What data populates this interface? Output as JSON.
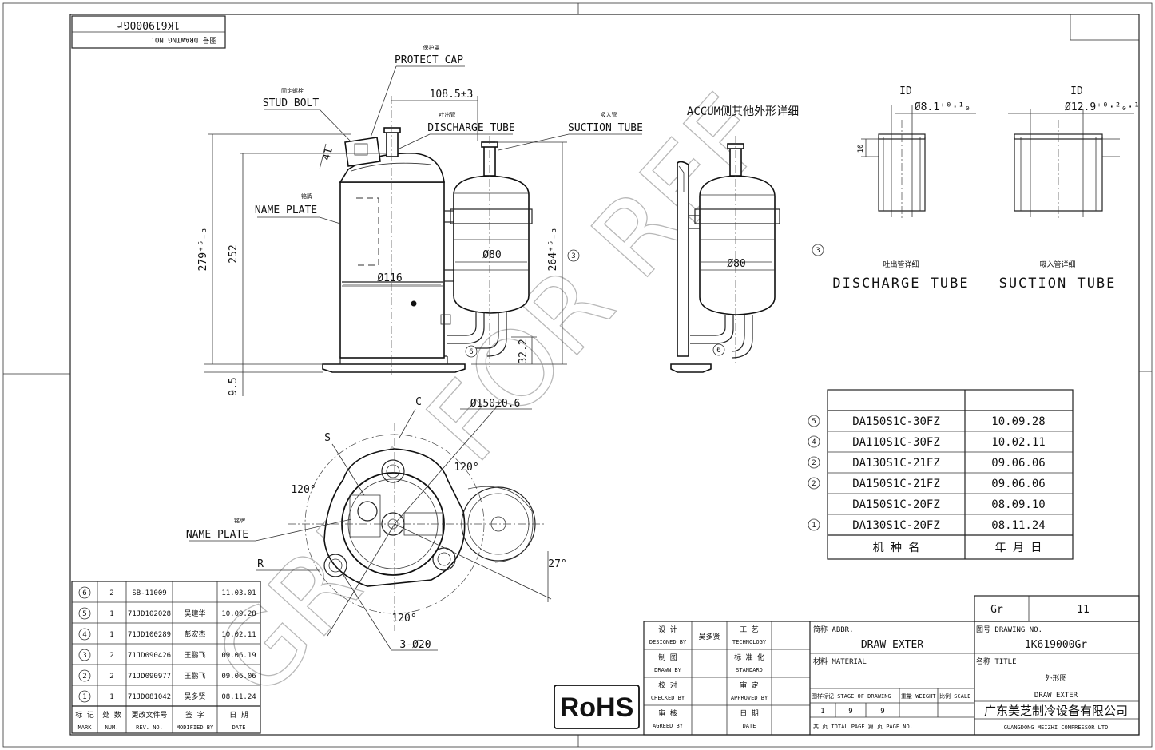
{
  "drawing_no_box": {
    "label": "图号 DRAWING NO.",
    "value": "1K619000Gr"
  },
  "watermark": "GREE FOR REF",
  "labels": {
    "protect_cap_cn": "保护罩",
    "protect_cap": "PROTECT CAP",
    "stud_bolt_cn": "固定螺栓",
    "stud_bolt": "STUD BOLT",
    "discharge_tube_cn": "吐出管",
    "discharge_tube": "DISCHARGE TUBE",
    "suction_tube_cn": "吸入管",
    "suction_tube": "SUCTION TUBE",
    "name_plate_cn": "铭牌",
    "name_plate": "NAME PLATE",
    "accum_title": "ACCUM侧其他外形详细",
    "discharge_detail_cn": "吐出管详细",
    "discharge_detail": "DISCHARGE TUBE",
    "suction_detail_cn": "吸入管详细",
    "suction_detail": "SUCTION TUBE"
  },
  "dimensions": {
    "d_108": "108.5±3",
    "d_41": "41",
    "d_279": "279⁺⁵₋₃",
    "d_252": "252",
    "d_264": "264⁺⁵₋₃",
    "d_116": "Ø116",
    "d_80": "Ø80",
    "d_80b": "Ø80",
    "d_32": "32.2",
    "d_9": "9.5",
    "id_dis_label": "ID",
    "id_dis": "Ø8.1⁺⁰·¹₀",
    "id_suc_label": "ID",
    "id_suc": "Ø12.9⁺⁰·²₀·¹",
    "d_10": "10",
    "d_150": "Ø150±0.6",
    "c": "C",
    "s": "S",
    "r": "R",
    "a120a": "120°",
    "a120b": "120°",
    "a120c": "120°",
    "a27": "27°",
    "holes": "3-Ø20"
  },
  "markers": {
    "m3": "3",
    "m3b": "3",
    "m6": "6",
    "m6b": "6"
  },
  "models": {
    "rows": [
      {
        "mark": "5",
        "model": "DA150S1C-30FZ",
        "date": "10.09.28"
      },
      {
        "mark": "4",
        "model": "DA110S1C-30FZ",
        "date": "10.02.11"
      },
      {
        "mark": "2",
        "model": "DA130S1C-21FZ",
        "date": "09.06.06"
      },
      {
        "mark": "2",
        "model": "DA150S1C-21FZ",
        "date": "09.06.06"
      },
      {
        "mark": "",
        "model": "DA150S1C-20FZ",
        "date": "08.09.10"
      },
      {
        "mark": "1",
        "model": "DA130S1C-20FZ",
        "date": "08.11.24"
      }
    ],
    "header_model": "机 种 名",
    "header_date": "年  月  日"
  },
  "revisions": {
    "rows": [
      {
        "mark": "6",
        "qty": "2",
        "doc": "SB-11009",
        "sign": "",
        "date": "11.03.01"
      },
      {
        "mark": "5",
        "qty": "1",
        "doc": "71JD102028",
        "sign": "吴建华",
        "date": "10.09.28"
      },
      {
        "mark": "4",
        "qty": "1",
        "doc": "71JD100289",
        "sign": "彭宏杰",
        "date": "10.02.11"
      },
      {
        "mark": "3",
        "qty": "2",
        "doc": "71JD090426",
        "sign": "王鹏飞",
        "date": "09.06.19"
      },
      {
        "mark": "2",
        "qty": "2",
        "doc": "71JD090977",
        "sign": "王鹏飞",
        "date": "09.06.06"
      },
      {
        "mark": "1",
        "qty": "1",
        "doc": "71JD081042",
        "sign": "吴多贤",
        "date": "08.11.24"
      }
    ],
    "header_cn": [
      "标 记",
      "处 数",
      "更改文件号",
      "签 字",
      "日 期"
    ],
    "header_en": [
      "MARK",
      "NUM.",
      "REV. NO.",
      "MODIFIED BY",
      "DATE"
    ]
  },
  "rohs": "RoHS",
  "title_block": {
    "designed_cn": "设 计",
    "designed_en": "DESIGNED BY",
    "designer": "吴多贤",
    "drawn_cn": "制 图",
    "drawn_en": "DRAWN BY",
    "checked_cn": "校 对",
    "checked_en": "CHECKED BY",
    "agreed_cn": "审 核",
    "agreed_en": "AGREED BY",
    "tech_cn": "工 艺",
    "tech_en": "TECHNOLOGY",
    "std_cn": "标 准 化",
    "std_en": "STANDARD",
    "approved_cn": "审 定",
    "approved_en": "APPROVED BY",
    "date_cn": "日 期",
    "date_en": "DATE",
    "abbr_label": "简称 ABBR.",
    "abbr_value": "DRAW EXTER",
    "material_label": "材料 MATERIAL",
    "stage_label": "图样标记 STAGE OF DRAWING",
    "weight_label": "重量 WEIGHT",
    "scale_label": "比例 SCALE",
    "stage_values": [
      "1",
      "9",
      "9"
    ],
    "pages_label": "共    页  TOTAL PAGE  第    页  PAGE NO.",
    "gr_label": "Gr",
    "gr_value": "11",
    "drawing_no_label": "图号 DRAWING NO.",
    "drawing_no_value": "1K619000Gr",
    "title_label": "名称 TITLE",
    "title_cn": "外形图",
    "title_en": "DRAW EXTER",
    "company_cn": "广东美芝制冷设备有限公司",
    "company_en": "GUANGDONG MEIZHI COMPRESSOR LTD"
  }
}
